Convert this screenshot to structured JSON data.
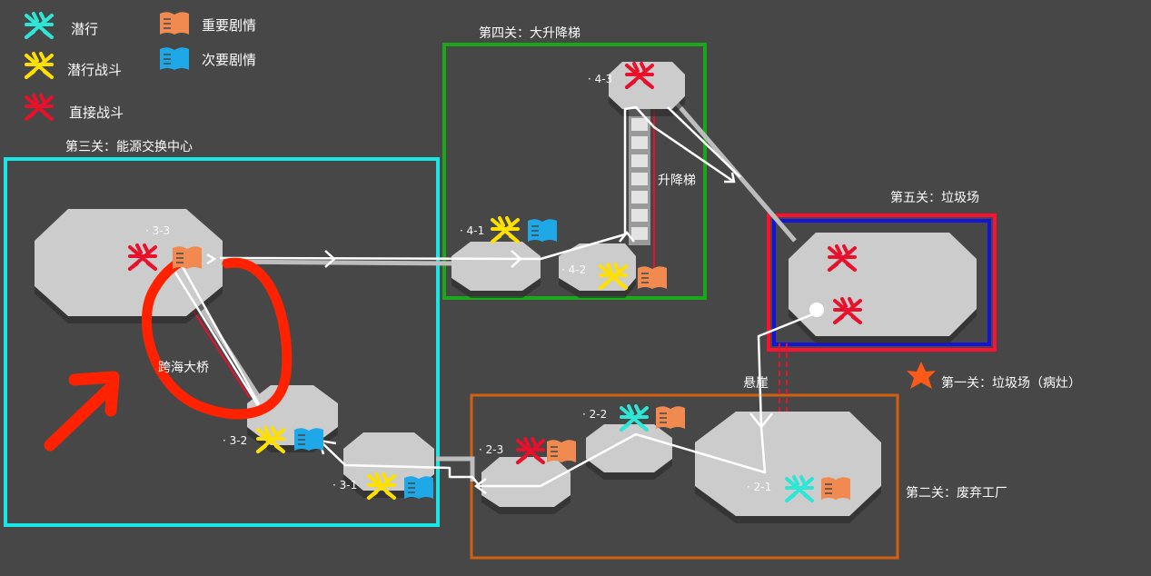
{
  "legend": {
    "stealth": "潜行",
    "stealth_combat": "潜行战斗",
    "direct_combat": "直接战斗",
    "main_story": "重要剧情",
    "side_story": "次要剧情"
  },
  "stages": {
    "stage1": "第一关：垃圾场（病灶）",
    "stage2": "第二关：废弃工厂",
    "stage3": "第三关：能源交换中心",
    "stage4": "第四关：大升降梯",
    "stage5": "第五关：垃圾场"
  },
  "nodes": {
    "n21": "· 2-1",
    "n22": "· 2-2",
    "n23": "· 2-3",
    "n31": "· 3-1",
    "n32": "· 3-2",
    "n33": "· 3-3",
    "n41": "· 4-1",
    "n42": "· 4-2",
    "n43": "· 4-3"
  },
  "annotations": {
    "elevator": "升降梯",
    "bridge": "跨海大桥",
    "cliff": "悬崖"
  },
  "colors": {
    "background": "#474747",
    "stealth": "#2ee6d6",
    "stealth_combat": "#ffe000",
    "direct_combat": "#e8102a",
    "main_story": "#f08a50",
    "side_story": "#1fa8e8",
    "stage2_border": "#d4600f",
    "stage3_border": "#19e6e6",
    "stage4_border": "#1aa81a",
    "stage5_outer": "#ff1030",
    "stage5_inner": "#1414d8",
    "stage1_marker": "#ff5a1a",
    "hand_annotation": "#ff2200"
  }
}
